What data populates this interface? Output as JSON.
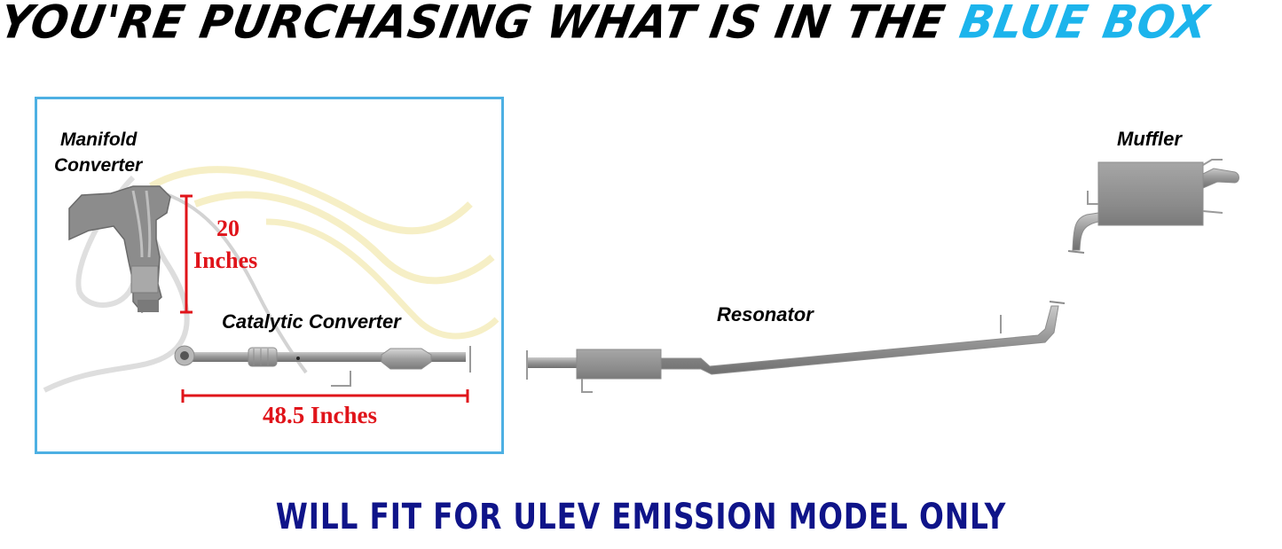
{
  "headline": {
    "prefix": "YOU'RE PURCHASING WHAT IS IN THE ",
    "accent": "BLUE BOX",
    "colors": {
      "text": "#000000",
      "accent": "#1cb4ec"
    }
  },
  "purchase_box": {
    "border_color": "#4db0e3",
    "components": [
      {
        "label_line1": "Manifold",
        "label_line2": "Converter"
      },
      {
        "label": "Catalytic Converter"
      }
    ],
    "dimensions": {
      "manifold_height_value": "20",
      "manifold_height_unit": "Inches",
      "catalytic_length": "48.5 Inches",
      "color": "#e0141a"
    }
  },
  "other_parts": {
    "resonator": {
      "label": "Resonator"
    },
    "muffler": {
      "label": "Muffler"
    }
  },
  "footer": {
    "notice": "WILL FIT FOR ULEV EMISSION MODEL ONLY",
    "color": "#0f1489"
  }
}
